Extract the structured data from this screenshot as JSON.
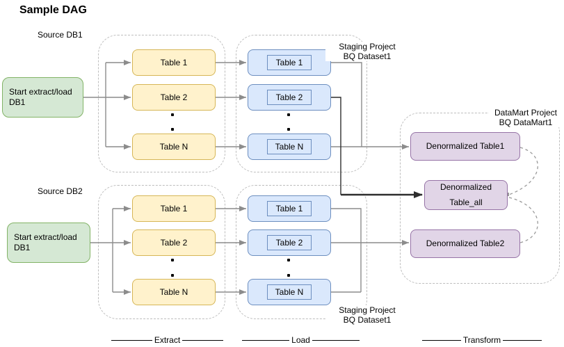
{
  "title": "Sample DAG",
  "colors": {
    "start_fill": "#d5e8d4",
    "start_stroke": "#82b366",
    "extract_fill": "#fff2cc",
    "extract_stroke": "#d6b656",
    "load_fill": "#dae8fc",
    "load_stroke": "#6c8ebf",
    "datamart_fill": "#e1d5e7",
    "datamart_stroke": "#9673a6",
    "connector_gray": "#8c8c8c",
    "connector_dark": "#2d2d2d",
    "container_dash": "#bdbdbd"
  },
  "row1": {
    "source_label": "Source DB1",
    "start_node": {
      "line1": "Start extract/load",
      "line2": "DB1"
    },
    "extract_tables": [
      "Table 1",
      "Table 2",
      "Table N"
    ],
    "load_tables": [
      "Table 1",
      "Table 2",
      "Table N"
    ],
    "staging_label": {
      "line1": "Staging Project",
      "line2": "BQ Dataset1"
    }
  },
  "row2": {
    "source_label": "Source DB2",
    "start_node": {
      "line1": "Start extract/load",
      "line2": "DB1"
    },
    "extract_tables": [
      "Table 1",
      "Table 2",
      "Table N"
    ],
    "load_tables": [
      "Table 1",
      "Table 2",
      "Table N"
    ],
    "staging_label": {
      "line1": "Staging Project",
      "line2": "BQ Dataset1"
    }
  },
  "datamart": {
    "label": {
      "line1": "DataMart Project",
      "line2": "BQ DataMart1"
    },
    "table1": "Denormalized Table1",
    "table_all": {
      "line1": "Denormalized",
      "line2": "Table_all"
    },
    "table2": "Denormalized Table2"
  },
  "phases": {
    "extract": "Extract",
    "load": "Load",
    "transform": "Transform"
  },
  "ellipsis_dot": "."
}
